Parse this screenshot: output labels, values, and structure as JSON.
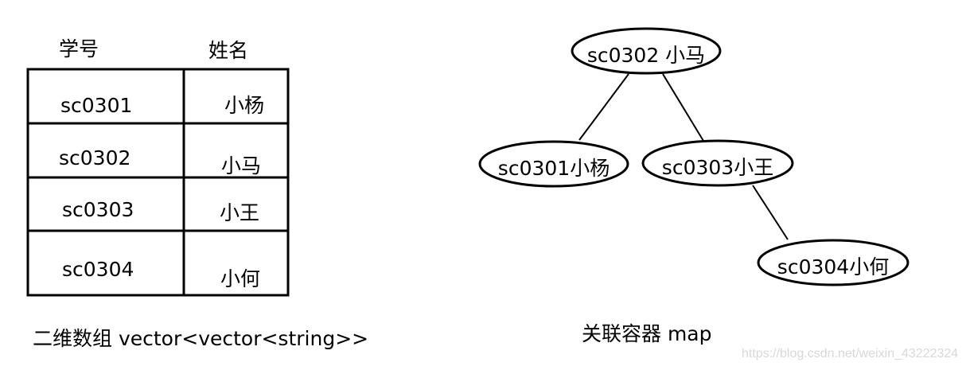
{
  "table": {
    "headers": [
      "学号",
      "姓名"
    ],
    "rows": [
      {
        "id": "sc0301",
        "name": "小杨"
      },
      {
        "id": "sc0302",
        "name": "小马"
      },
      {
        "id": "sc0303",
        "name": "小王"
      },
      {
        "id": "sc0304",
        "name": "小何"
      }
    ],
    "caption": "二维数组 vector<vector<string>>"
  },
  "tree": {
    "nodes": [
      {
        "key": "root",
        "label": "sc0302 小马"
      },
      {
        "key": "left",
        "label": "sc0301小杨"
      },
      {
        "key": "right",
        "label": "sc0303小王"
      },
      {
        "key": "right-right",
        "label": "sc0304小何"
      }
    ],
    "edges": [
      [
        "root",
        "left"
      ],
      [
        "root",
        "right"
      ],
      [
        "right",
        "right-right"
      ]
    ],
    "caption": "关联容器 map"
  },
  "watermark": "https://blog.csdn.net/weixin_43222324"
}
